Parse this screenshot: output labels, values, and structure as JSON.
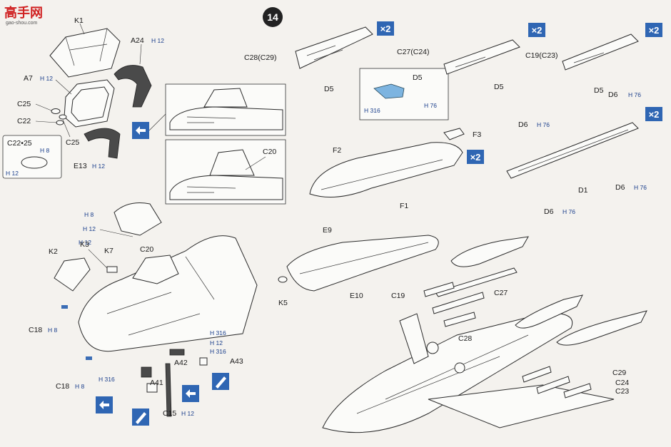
{
  "watermark": {
    "title": "高手网",
    "url": "gao-shou.com"
  },
  "step_number": "14",
  "paint_codes": {
    "h12": "H 12",
    "h8": "H 8",
    "h316": "H 316",
    "h76": "H 76"
  },
  "qty_badges": {
    "x2": "×2"
  },
  "labels": {
    "K1": "K1",
    "A24": "A24",
    "A7": "A7",
    "C25": "C25",
    "C22": "C22",
    "C22_25": "C22•25",
    "E13": "E13",
    "C20": "C20",
    "K2": "K2",
    "K3": "K3",
    "K7": "K7",
    "C18": "C18",
    "A41": "A41",
    "A42": "A42",
    "A43": "A43",
    "C15": "C15",
    "C28_C29": "C28(C29)",
    "C27_C24": "C27(C24)",
    "C19_C23": "C19(C23)",
    "D5": "D5",
    "D6": "D6",
    "D1": "D1",
    "F1": "F1",
    "F2": "F2",
    "F3": "F3",
    "E9": "E9",
    "E10": "E10",
    "K5": "K5",
    "C19": "C19",
    "C27": "C27",
    "C28": "C28",
    "C29": "C29",
    "C24": "C24",
    "C23": "C23"
  },
  "colors": {
    "paint_blue": "#1b3f8c",
    "badge_blue": "#2f66b3",
    "logo_red": "#d02222"
  }
}
